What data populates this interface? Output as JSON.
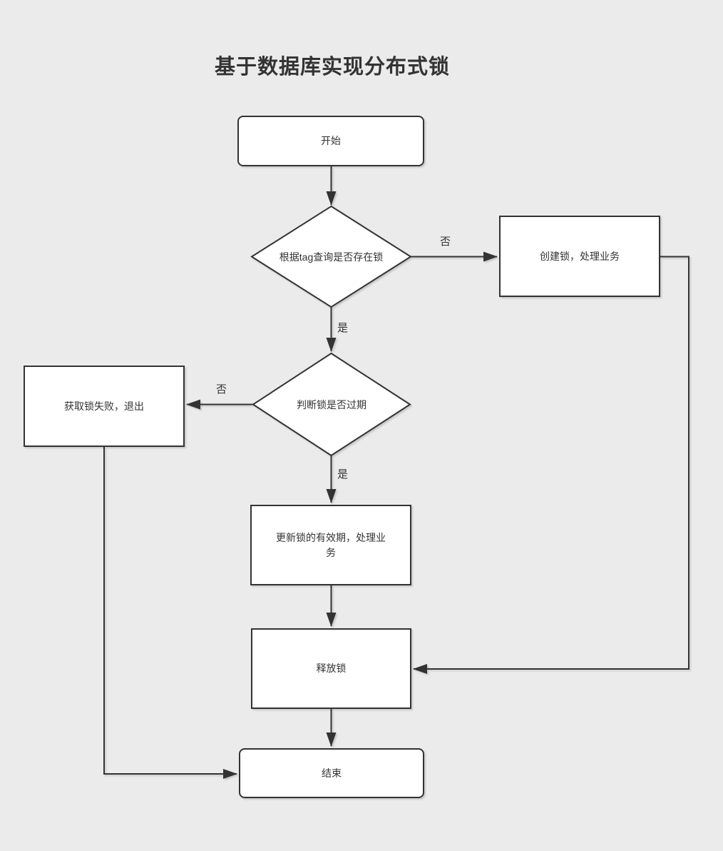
{
  "title": "基于数据库实现分布式锁",
  "colors": {
    "background": "#ebebeb",
    "node_fill": "#ffffff",
    "stroke": "#333333",
    "text": "#333333"
  },
  "nodes": {
    "start": {
      "label": "开始"
    },
    "check_exists": {
      "label": "根据tag查询是否存在锁"
    },
    "create_lock": {
      "label": "创建锁，处理业务"
    },
    "check_expired": {
      "label": "判断锁是否过期"
    },
    "acquire_fail": {
      "label": "获取锁失败，退出"
    },
    "update_lock": {
      "label": "更新锁的有效期，处理业务"
    },
    "release_lock": {
      "label": "释放锁"
    },
    "end": {
      "label": "结束"
    }
  },
  "edge_labels": {
    "check_exists_no": "否",
    "check_exists_yes": "是",
    "check_expired_no": "否",
    "check_expired_yes": "是"
  }
}
